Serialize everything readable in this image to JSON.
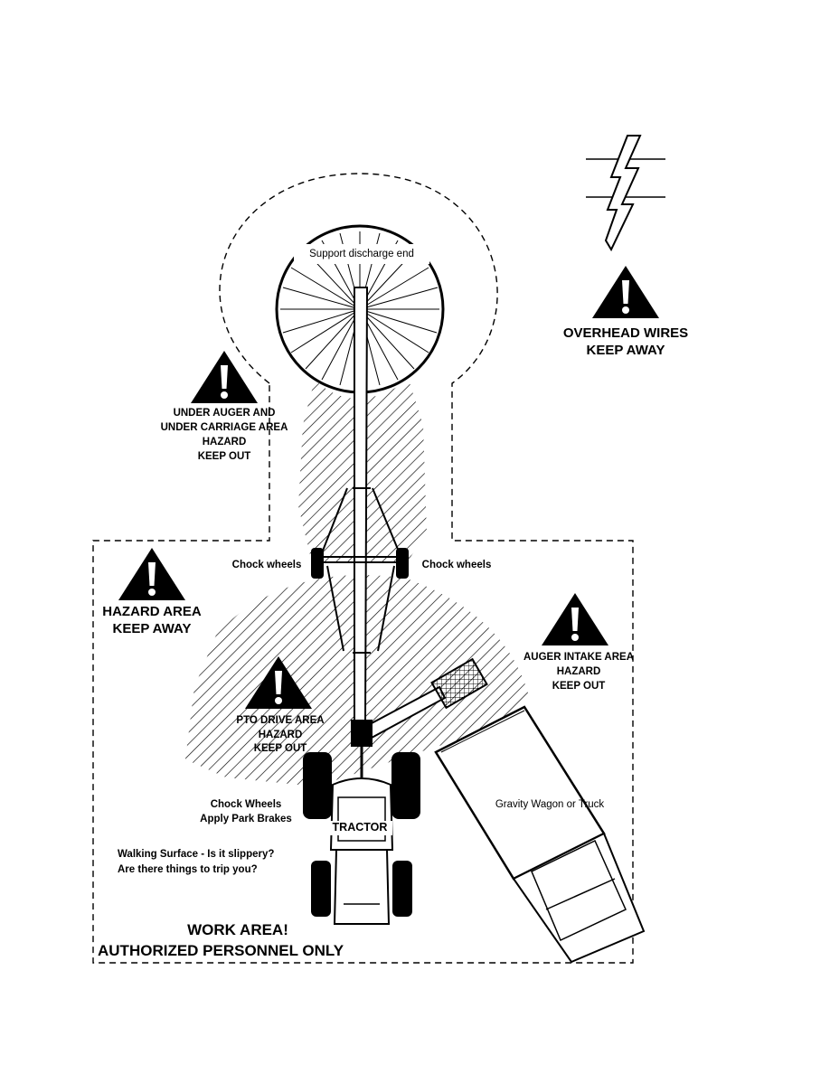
{
  "labels": {
    "support_discharge": "Support discharge end",
    "overhead_wires": [
      "OVERHEAD WIRES",
      "KEEP AWAY"
    ],
    "under_auger": [
      "UNDER AUGER AND",
      "UNDER CARRIAGE AREA",
      "HAZARD",
      "KEEP OUT"
    ],
    "chock_left": "Chock wheels",
    "chock_right": "Chock wheels",
    "hazard_area": [
      "HAZARD AREA",
      "KEEP AWAY"
    ],
    "auger_intake": [
      "AUGER INTAKE AREA",
      "HAZARD",
      "KEEP OUT"
    ],
    "pto_drive": [
      "PTO DRIVE AREA",
      "HAZARD",
      "KEEP OUT"
    ],
    "chock_wheels_tractor": [
      "Chock Wheels",
      "Apply Park Brakes"
    ],
    "tractor": "TRACTOR",
    "gravity_wagon": "Gravity Wagon or Truck",
    "walking_surface": [
      "Walking Surface - Is it slippery?",
      "Are there things to trip you?"
    ],
    "work_area": "WORK AREA!",
    "authorized": "AUTHORIZED PERSONNEL ONLY"
  },
  "icons": [
    "warning-triangle-icon",
    "lightning-bolt-icon"
  ],
  "colors": {
    "ink": "#000000",
    "paper": "#ffffff"
  }
}
